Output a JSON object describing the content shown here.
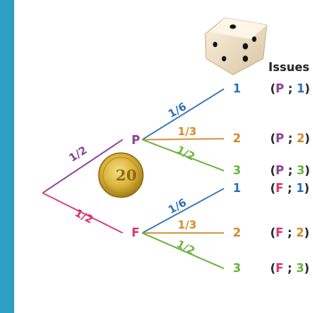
{
  "colors": {
    "frame": "#2f9ec4",
    "purple": "#8a3e95",
    "pink": "#d8336b",
    "blue": "#2e6fb8",
    "orange": "#d28a2c",
    "green": "#6ab23a",
    "text": "#222222"
  },
  "diagram": {
    "header": "Issues",
    "root_branches": [
      {
        "label": "1/2",
        "to": "P"
      },
      {
        "label": "1/2",
        "to": "F"
      }
    ],
    "nodes": [
      "P",
      "F"
    ],
    "sub_branches": [
      {
        "prob": "1/6",
        "value": "1",
        "issue_letter": "P",
        "issue_num": "1"
      },
      {
        "prob": "1/3",
        "value": "2",
        "issue_letter": "P",
        "issue_num": "2"
      },
      {
        "prob": "1/2",
        "value": "3",
        "issue_letter": "P",
        "issue_num": "3"
      },
      {
        "prob": "1/6",
        "value": "1",
        "issue_letter": "F",
        "issue_num": "1"
      },
      {
        "prob": "1/3",
        "value": "2",
        "issue_letter": "F",
        "issue_num": "2"
      },
      {
        "prob": "1/2",
        "value": "3",
        "issue_letter": "F",
        "issue_num": "3"
      }
    ],
    "icons": [
      "die-icon",
      "coin-icon"
    ],
    "coin_text": "20"
  }
}
